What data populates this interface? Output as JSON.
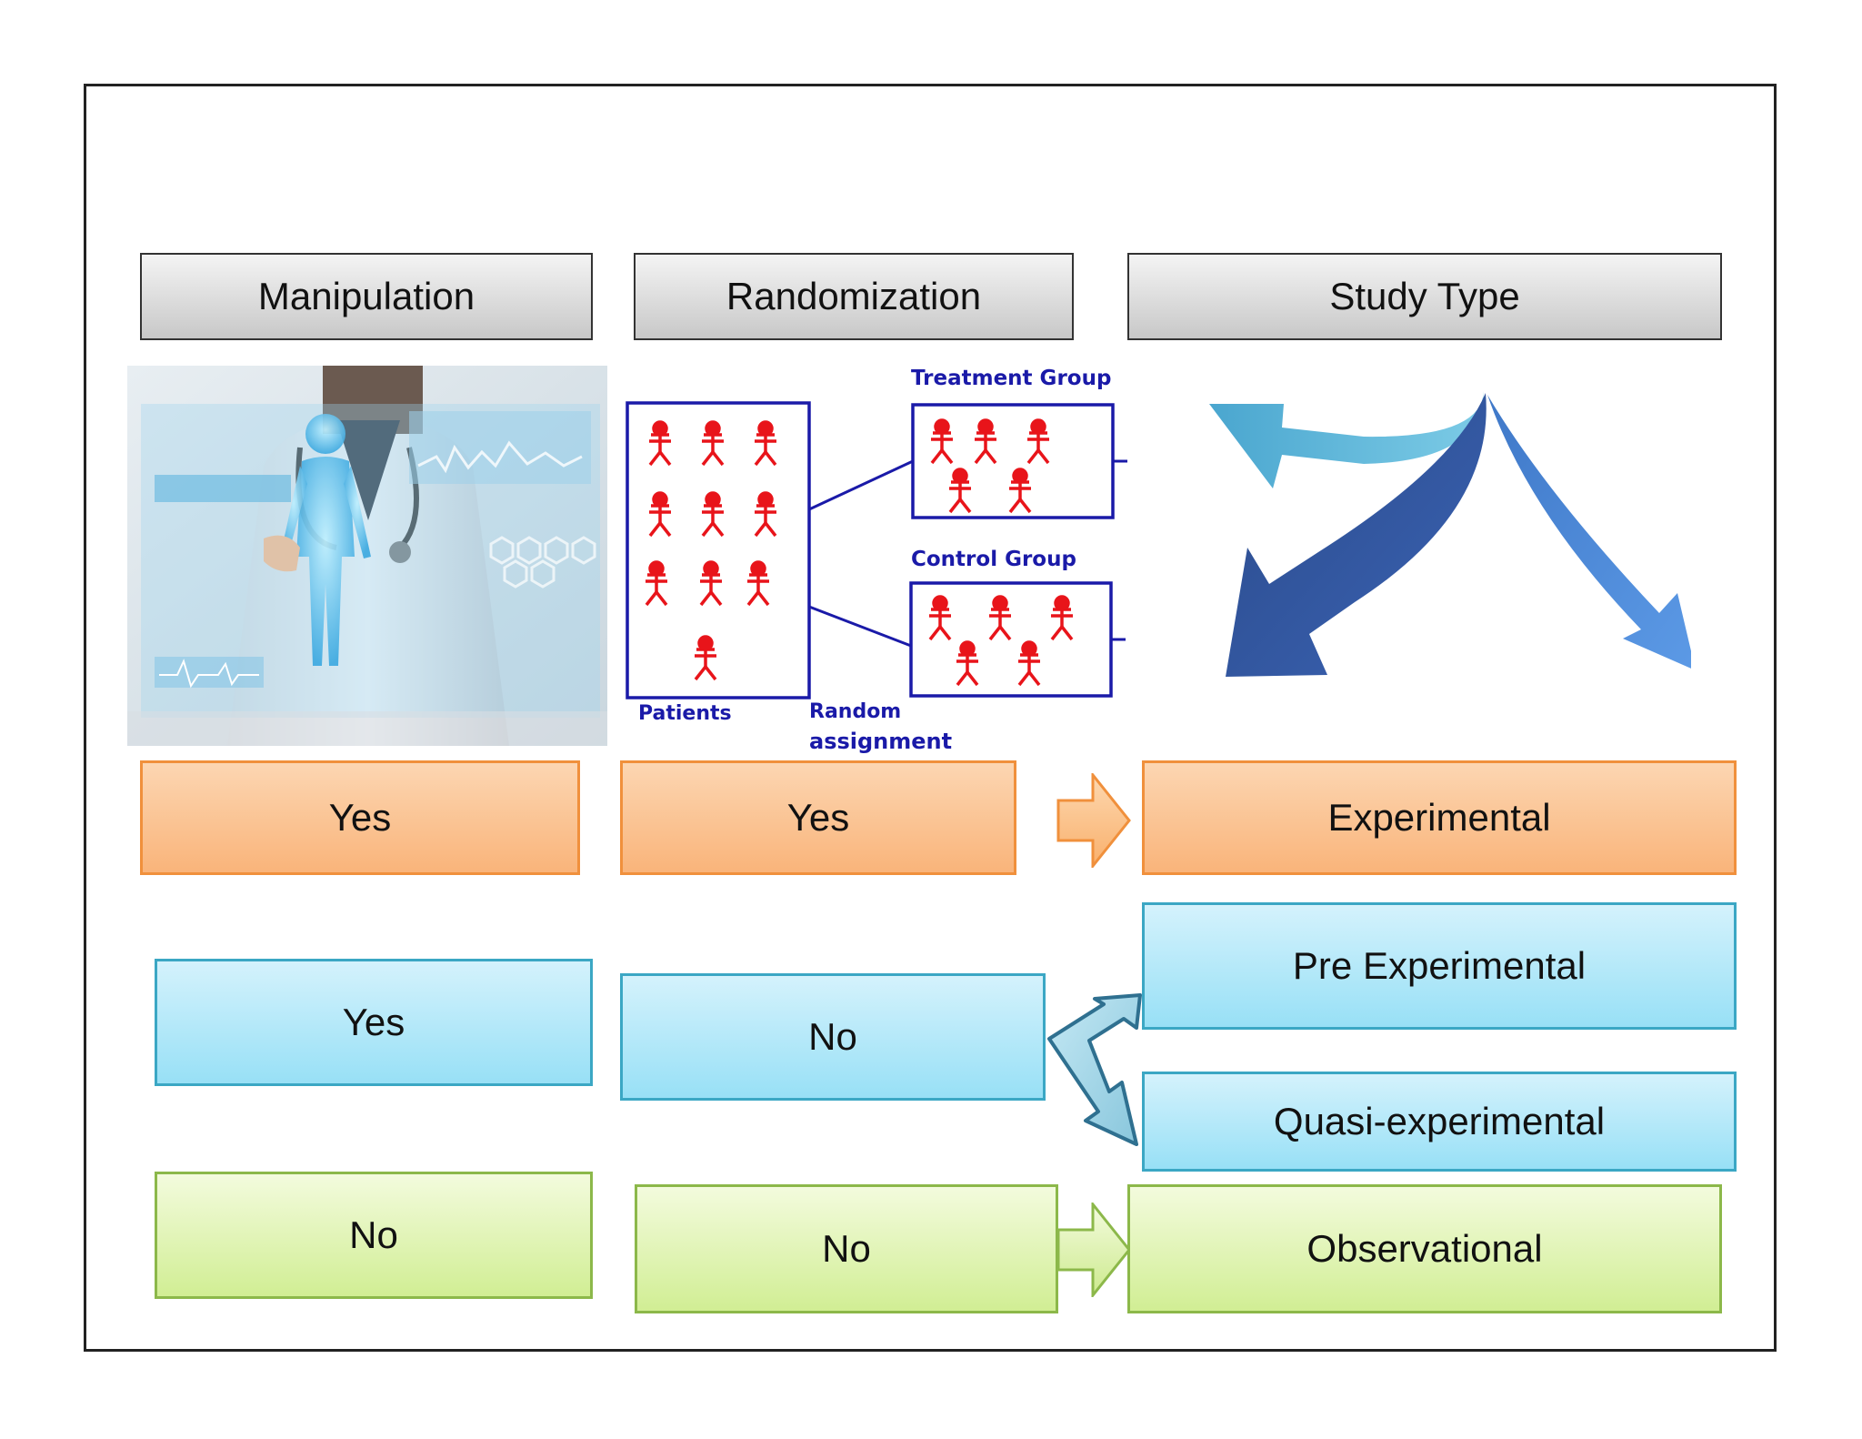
{
  "headers": {
    "manipulation": "Manipulation",
    "randomization": "Randomization",
    "study_type": "Study Type"
  },
  "randomization_figure": {
    "treatment_group": "Treatment Group",
    "control_group": "Control Group",
    "patients": "Patients",
    "random_assignment_line1": "Random",
    "random_assignment_line2": "assignment"
  },
  "rows": [
    {
      "manipulation": "Yes",
      "randomization": "Yes",
      "study_type": "Experimental"
    },
    {
      "manipulation": "Yes",
      "randomization": "No",
      "study_types": [
        "Pre Experimental",
        "Quasi-experimental"
      ]
    },
    {
      "manipulation": "No",
      "randomization": "No",
      "study_type": "Observational"
    }
  ],
  "colors": {
    "experimental": "#f9b47a",
    "non_randomized": "#98e0f6",
    "observational": "#d1ee94",
    "figure_people": "#e8141a",
    "figure_lines": "#1a1aa8"
  }
}
